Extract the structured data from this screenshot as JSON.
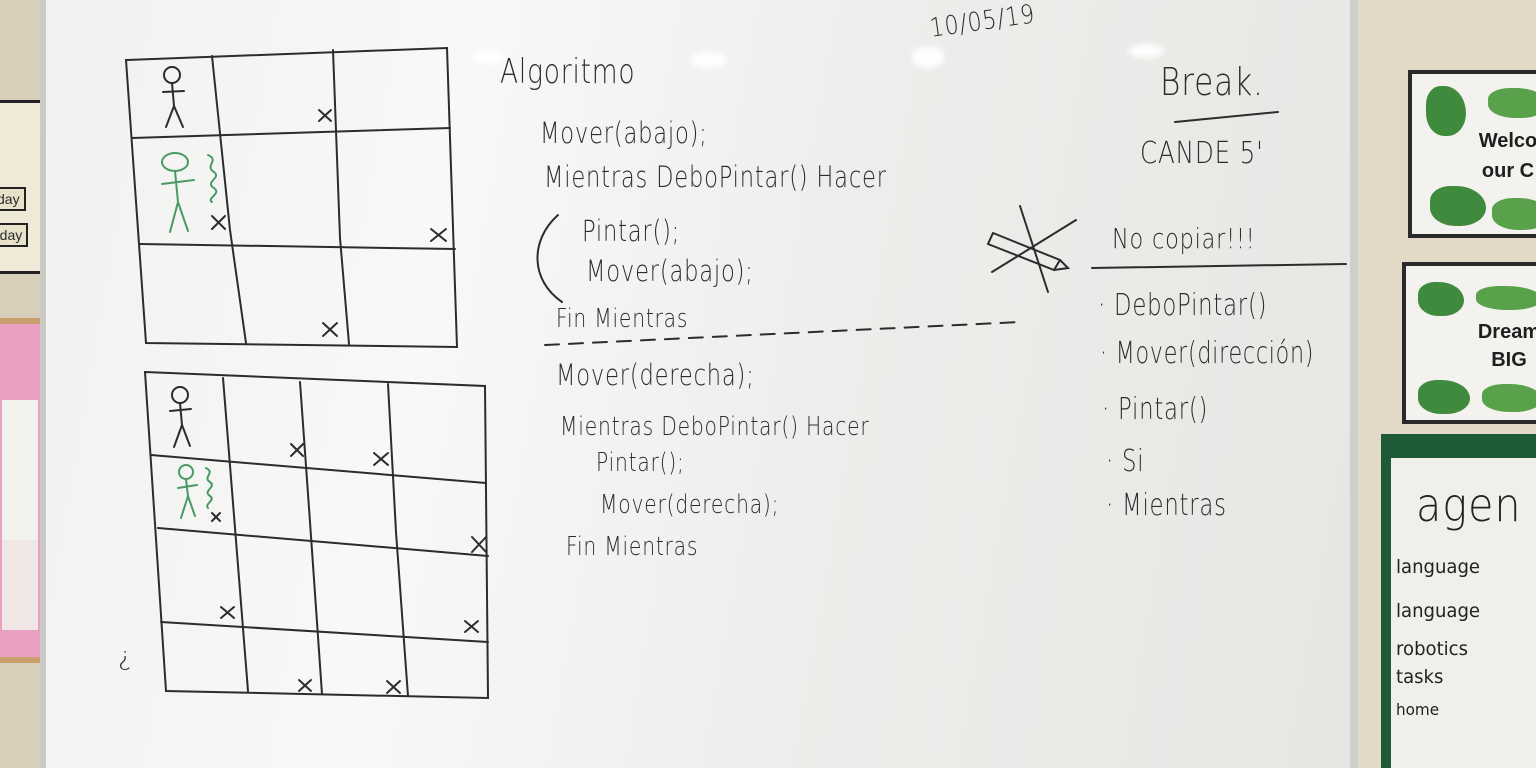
{
  "date": "10/05/19",
  "algorithm": {
    "title": "Algoritmo",
    "part1": [
      "Mover(abajo);",
      "Mientras DeboPintar() Hacer",
      "Pintar();",
      "Mover(abajo);",
      "Fin Mientras"
    ],
    "part2": [
      "Mover(derecha);",
      "Mientras DeboPintar() Hacer",
      "Pintar();",
      "Mover(derecha);",
      "Fin Mientras"
    ]
  },
  "break_note": {
    "title": "Break.",
    "line": "CANDE 5'"
  },
  "rules": {
    "title": "No copiar!!!",
    "items": [
      "· DeboPintar()",
      "· Mover(dirección)",
      "· Pintar()",
      "· Si",
      "· Mientras"
    ]
  },
  "margin_mark": "¿",
  "left_wall": {
    "tabs": [
      "day",
      "rday"
    ]
  },
  "right_wall": {
    "poster1": "Welco our C",
    "poster2": "Dream BIG",
    "agenda": {
      "title": "agen",
      "rows": [
        "language",
        "language",
        "robotics",
        "tasks",
        "home"
      ]
    }
  },
  "colors": {
    "marker_black": "#2c2c2c",
    "marker_green": "#4a9a63",
    "board": "#f3f3f1"
  }
}
